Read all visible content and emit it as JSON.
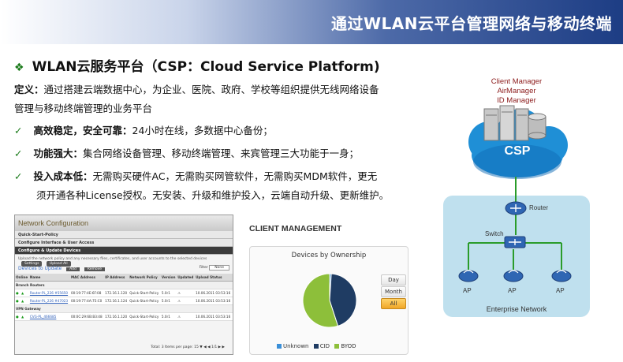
{
  "title": "通过WLAN云平台管理网络与移动终端",
  "heading": "WLAN云服务平台（CSP：Cloud  Service Platform)",
  "definition": {
    "label": "定义：",
    "text1": "通过搭建云端数据中心，为企业、医院、政府、学校等组织提供无线网络设备",
    "text2": "管理与移动终端管理的业务平台"
  },
  "points": [
    {
      "label": "高效稳定，安全可靠：",
      "text": "24小时在线，多数据中心备份；"
    },
    {
      "label": "功能强大：",
      "text": "集合网络设备管理、移动终端管理、来宾管理三大功能于一身；"
    },
    {
      "label": "投入成本低：",
      "text": "无需购买硬件AC，无需购买网管软件，无需购买MDM软件，更无",
      "text2": "须开通各种License授权。无安装、升级和维护投入，云端自动升级、更新维护。"
    }
  ],
  "netconf": {
    "title": "Network Configuration",
    "rows": [
      "Quick-Start-Policy",
      "Configure Interface & User Access",
      "Configure & Update Devices"
    ],
    "upload_text": "Upload the network policy and any necessary files, certificates, and user accounts to the selected devices",
    "settings_btn": "Settings",
    "upload_btn": "Upload All",
    "devices_title": "Devices to Update",
    "add_btn": "Add",
    "remove_btn": "Remove",
    "filter_label": "Filter",
    "filter_value": "None",
    "columns": [
      "Online",
      "Name",
      "MAC Address",
      "IP Address",
      "Network Policy",
      "Version",
      "Updated",
      "Upload Status"
    ],
    "groups": [
      {
        "name": "Branch Routers",
        "rows": [
          {
            "name": "Router-PL_226 #55650",
            "mac": "00:19:77:4E:6F:08",
            "ip": "172.16.1.120",
            "policy": "Quick-Start-Policy",
            "ver": "5.0r1",
            "date": "10.06.2011 03:53:16"
          },
          {
            "name": "Router-PL_226 #47023",
            "mac": "00:19:77:4A:75:C0",
            "ip": "172.16.1.124",
            "policy": "Quick-Start-Policy",
            "ver": "5.0r1",
            "date": "10.06.2011 03:53:16"
          }
        ]
      },
      {
        "name": "VPN Gateway",
        "rows": [
          {
            "name": "CVG-PL_466685",
            "mac": "00:0C:29:6B:B3:48",
            "ip": "172.16.1.120",
            "policy": "Quick-Start-Policy",
            "ver": "5.0r1",
            "date": "10.06.2011 03:53:16"
          }
        ]
      }
    ],
    "footer": "Total: 3   Items per page: 15 ▼   ◀ ◀  1/1  ▶ ▶"
  },
  "client_mgmt": {
    "title": "CLIENT MANAGEMENT",
    "chart_title": "Devices by Ownership",
    "buttons": [
      "Day",
      "Month",
      "All"
    ],
    "selected": "All"
  },
  "chart_data": {
    "type": "pie",
    "title": "Devices by Ownership",
    "categories": [
      "Unknown",
      "CID",
      "BYOD"
    ],
    "values": [
      1,
      44,
      55
    ],
    "colors": [
      "#3a8fd8",
      "#1f3c63",
      "#8dbf3a"
    ]
  },
  "diagram": {
    "server_labels": [
      "Client Manager",
      "AirManager",
      "ID Manager"
    ],
    "cloud_label": "CSP",
    "router_label": "Router",
    "switch_label": "Switch",
    "ap_labels": [
      "AP",
      "AP",
      "AP"
    ],
    "network_label": "Enterprise Network"
  }
}
